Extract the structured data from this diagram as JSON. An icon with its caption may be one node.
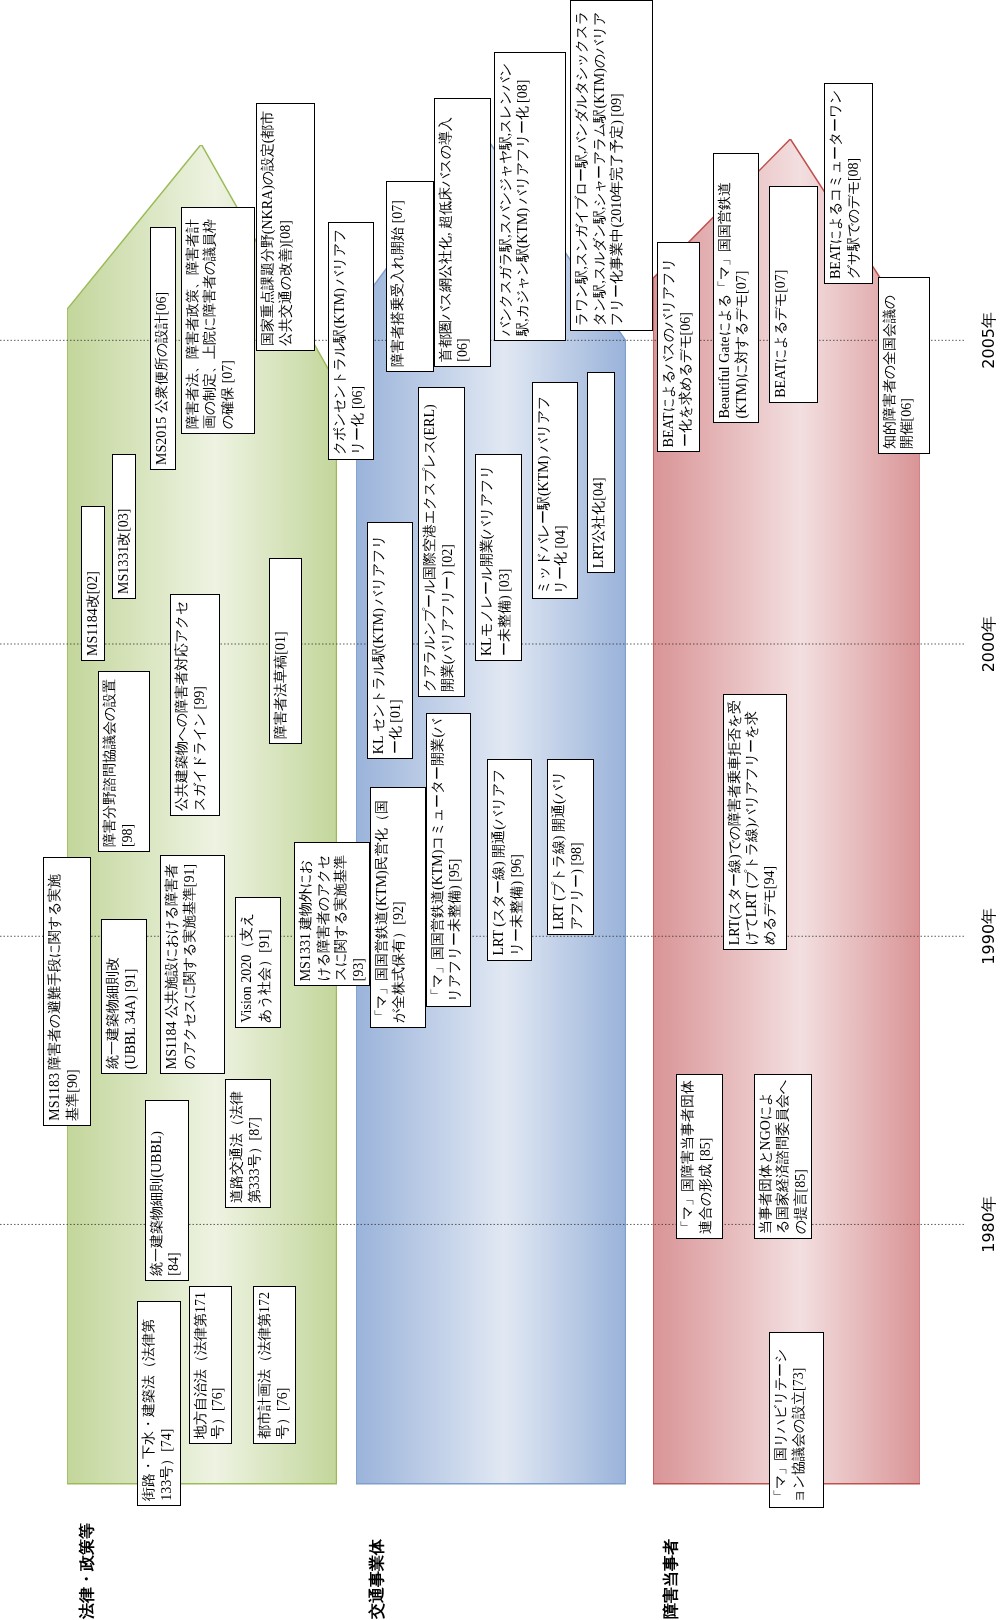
{
  "diagram": {
    "nodes": [
      {
        "text": [
          "法律・政策等"
        ]
      },
      {
        "text": [
          "街路・下水・建築法（法律第133号）[74]"
        ],
        "in": 0
      },
      {
        "text": [
          "地方自治法（法律第171号）[76]"
        ],
        "in": 0
      },
      {
        "text": [
          "都市計画法（法律第172号）[76]"
        ],
        "in": 0
      },
      {
        "text": [
          "統一建築物細則(UBBL) [84]"
        ],
        "in": 0
      },
      {
        "text": [
          "道路交通法（法律第333号）[87]"
        ],
        "in": 0
      },
      {
        "text": [
          "MS1183 障害者の避難手段に関する実施基準[90]"
        ],
        "in": 0
      },
      {
        "text": [
          "統一建築物細則改(UBBL 34A) [91]"
        ],
        "in": 0
      },
      {
        "text": [
          "MS1184 公共施設における障害者のアクセスに関する実施基準[91]"
        ],
        "in": 0
      },
      {
        "text": [
          "Vision 2020（支えあう社会）[91]"
        ],
        "in": 0
      },
      {
        "text": [
          "MS1331 建物外における障害者のアクセスに関する実施基準[93]"
        ]
      },
      {
        "text": [
          "障害分野諮問協議会の設置[98]"
        ],
        "in": 0
      },
      {
        "text": [
          "公共建築物への障害者対応アクセスガイドライン [99]"
        ],
        "in": 0
      },
      {
        "text": [
          "障害者法草稿[01]"
        ],
        "in": 0
      },
      {
        "text": [
          "MS1184改[02]"
        ],
        "in": 0
      },
      {
        "text": [
          "MS1331改[03]"
        ],
        "in": 0
      },
      {
        "text": [
          "MS2015 公衆便所の設計[06]"
        ],
        "in": 0
      },
      {
        "text": [
          "障害者法、障害者政策、障害者計画の制定、上院に障害者の議員枠の確保 [07]"
        ],
        "in": 0
      },
      {
        "text": [
          "国家重点課題分野(NKRA)の設定(都市公共交通の改善)[08]"
        ],
        "in": 0
      },
      {
        "text": [
          "交通事業体"
        ]
      },
      {
        "text": [
          "「マ」国国営鉄道(KTM)民営化（国が全株式保有）[92]"
        ],
        "in": 19
      },
      {
        "text": [
          "「マ」国国営鉄道(KTM)コミューター開業(バリアフリー未整備) [95]"
        ],
        "in": 19
      },
      {
        "text": [
          "LRT (スター線) 開通(バリアフリー未整備) [96]"
        ],
        "in": 19
      },
      {
        "text": [
          "LRT (プトラ線) 開通(バリアフリー) [98]"
        ],
        "in": 19
      },
      {
        "text": [
          "KL セントラル駅(KTM) バリアフリー化 [01]"
        ],
        "in": 19
      },
      {
        "text": [
          "クアラルンプール国際空港エクスプレス(ERL)開業(バリアフリー) [02]"
        ],
        "in": 19
      },
      {
        "text": [
          "KLモノレール開業(バリアフリー未整備) [03]"
        ],
        "in": 19
      },
      {
        "text": [
          "ミッドバレー駅(KTM) バリアフリー化 [04]"
        ],
        "in": 19
      },
      {
        "text": [
          "LRT公社化[04]"
        ],
        "in": 19
      },
      {
        "text": [
          "クボンセントラル駅(KTM) バリアフリー化 [06]"
        ]
      },
      {
        "text": [
          "障害者搭乗受入れ開始 [07]"
        ],
        "in": 19
      },
      {
        "text": [
          "首都圏バス網公社化, 超低床バスの導入 [06]"
        ],
        "in": 19
      },
      {
        "text": [
          "バンクスガラ駅,スバンジャヤ駅,スレンバン駅,カジャン駅(KTM) バリアフリー化 [08]"
        ]
      },
      {
        "text": [
          "ラワン駅,スンガイブロー駅,バンダルタシックスラタン駅,スルダン駅,シャーアラム駅(KTM)のバリアフリー化事業中(2010年完了予定) [09]"
        ]
      },
      {
        "text": [
          "障害当事者"
        ]
      },
      {
        "text": [
          "「マ」国リハビリテーション協議会の設立[73]"
        ],
        "in": 34
      },
      {
        "text": [
          "「マ」国障害当事者団体連合の形成 [85]"
        ],
        "in": 34
      },
      {
        "text": [
          "当事者団体とNGOによる国家経済諮問委員会への提言[85]"
        ],
        "in": 34
      },
      {
        "text": [
          "LRT(スター線)での障害者乗車拒否を受けてLRT (プトラ線)バリアフリーを求めるデモ[94]"
        ],
        "in": 34
      },
      {
        "text": [
          "BEATによるバスのバリアフリー化を求めるデモ[06]"
        ],
        "in": 34
      },
      {
        "text": [
          "Beautiful Gateによる「マ」国国営鉄道(KTM)に対するデモ[07]"
        ],
        "in": 34
      },
      {
        "text": [
          "BEATによるデモ[07]"
        ],
        "in": 34
      },
      {
        "text": [
          "BEATによるコミューターワングサ駅でのデモ[08]"
        ],
        "in": 34
      },
      {
        "text": [
          "知的障害者の全国会議の開催[06]"
        ],
        "in": 34
      }
    ],
    "labels": [
      "2005年",
      "2000年",
      "1990年",
      "1980年"
    ]
  }
}
